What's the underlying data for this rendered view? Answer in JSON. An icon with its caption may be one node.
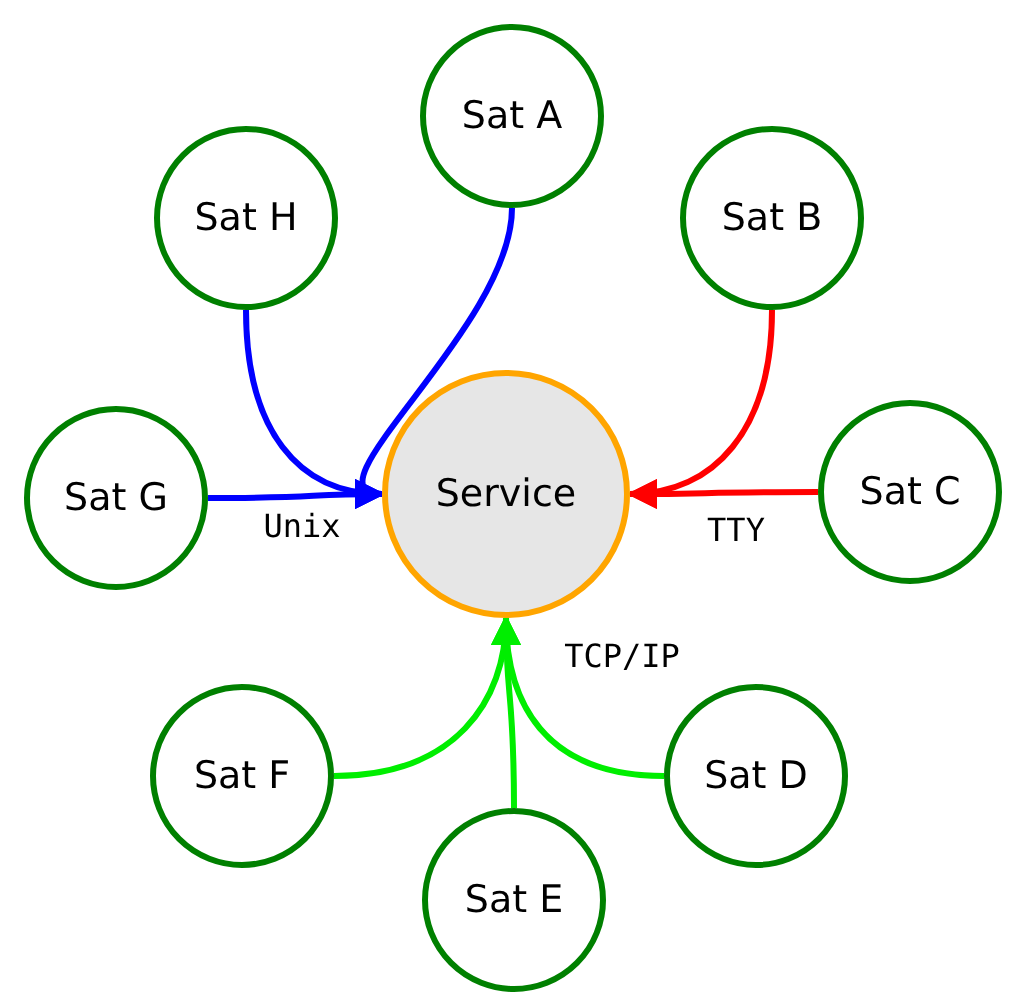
{
  "diagram": {
    "nodes": [
      {
        "text": [
          "Sat A"
        ]
      },
      {
        "text": [
          "Sat H"
        ]
      },
      {
        "text": [
          "Sat B"
        ]
      },
      {
        "text": [
          "Sat G"
        ]
      },
      {
        "text": [
          "Service"
        ]
      },
      {
        "text": [
          "Sat C"
        ]
      },
      {
        "text": [
          "Sat F"
        ]
      },
      {
        "text": [
          "Sat D"
        ]
      },
      {
        "text": [
          "Sat E"
        ]
      }
    ],
    "edges": [
      {
        "from": 0,
        "to": 4,
        "arrow": "to",
        "color": "#0000ff"
      },
      {
        "from": 1,
        "to": 4,
        "arrow": "to",
        "color": "#0000ff"
      },
      {
        "from": 3,
        "to": 4,
        "arrow": "to",
        "color": "#0000ff",
        "label": "Unix"
      },
      {
        "from": 2,
        "to": 4,
        "arrow": "to",
        "color": "#ff0000"
      },
      {
        "from": 5,
        "to": 4,
        "arrow": "to",
        "color": "#ff0000",
        "label": "TTY"
      },
      {
        "from": 6,
        "to": 4,
        "arrow": "to",
        "color": "#00ee00"
      },
      {
        "from": 7,
        "to": 4,
        "arrow": "to",
        "color": "#00ee00",
        "label": "TCP/IP"
      },
      {
        "from": 8,
        "to": 4,
        "arrow": "to",
        "color": "#00ee00"
      }
    ]
  }
}
